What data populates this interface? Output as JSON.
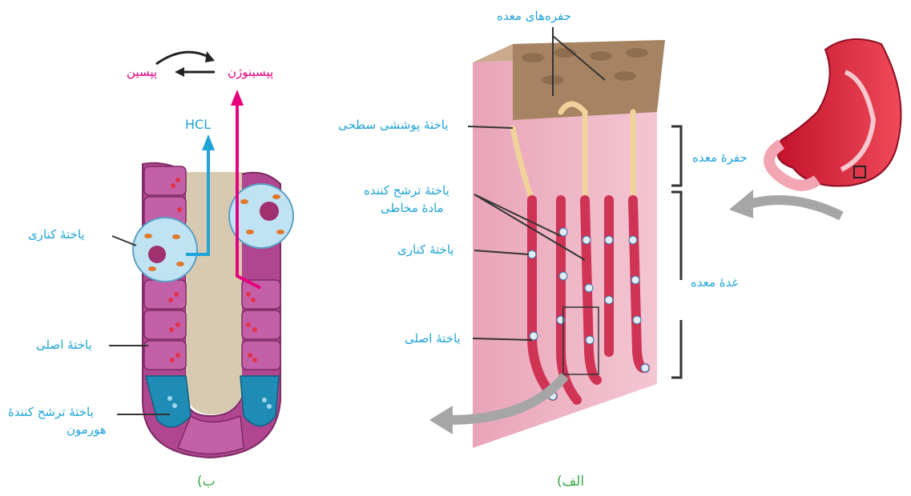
{
  "colors": {
    "cyan": "#1fa4d8",
    "pink": "#e5007e",
    "green": "#3aa845"
  },
  "panel_b": {
    "caption": "ب)",
    "pepsinogen": "پپسینوژن",
    "pepsin": "پپسین",
    "hcl": "HCL",
    "parietal_cell": "یاختهٔ کناری",
    "chief_cell": "یاختهٔ اصلی",
    "hormone_cell_line1": "یاختهٔ ترشح کنندهٔ",
    "hormone_cell_line2": "هورمون"
  },
  "panel_alef": {
    "caption": "الف)",
    "gastric_pits": "حفره‌های معده",
    "surface_cell": "یاختهٔ پوششی سطحی",
    "gastric_pit": "حفرهٔ معده",
    "mucus_cell_line1": "یاختهٔ ترشح کننده",
    "mucus_cell_line2": "مادهٔ مخاطی",
    "parietal_cell": "یاختهٔ کناری",
    "gastric_gland": "غدهٔ معده",
    "chief_cell": "یاختهٔ اصلی"
  }
}
